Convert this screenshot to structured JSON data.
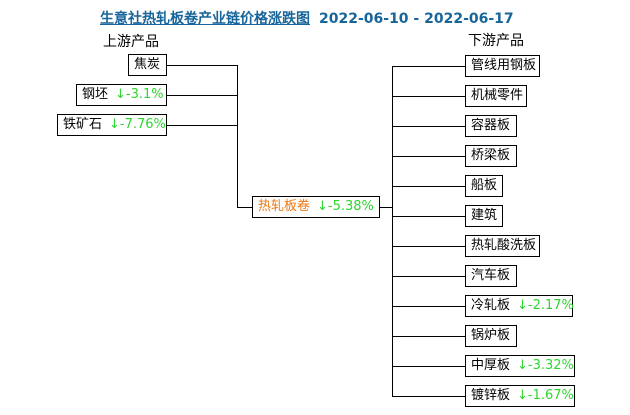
{
  "title": {
    "text": "生意社热轧板卷产业链价格涨跌图",
    "date_range": "2022-06-10 - 2022-06-17"
  },
  "headers": {
    "upstream": "上游产品",
    "downstream": "下游产品"
  },
  "center": {
    "label": "热轧板卷",
    "change": "↓-5.38%"
  },
  "upstream": {
    "items": [
      {
        "label": "焦炭",
        "change": ""
      },
      {
        "label": "钢坯",
        "change": "↓-3.1%"
      },
      {
        "label": "铁矿石",
        "change": "↓-7.76%"
      }
    ]
  },
  "downstream": {
    "items": [
      {
        "label": "管线用钢板",
        "change": ""
      },
      {
        "label": "机械零件",
        "change": ""
      },
      {
        "label": "容器板",
        "change": ""
      },
      {
        "label": "桥梁板",
        "change": ""
      },
      {
        "label": "船板",
        "change": ""
      },
      {
        "label": "建筑",
        "change": ""
      },
      {
        "label": "热轧酸洗板",
        "change": ""
      },
      {
        "label": "汽车板",
        "change": ""
      },
      {
        "label": "冷轧板",
        "change": "↓-2.17%"
      },
      {
        "label": "锅炉板",
        "change": ""
      },
      {
        "label": "中厚板",
        "change": "↓-3.32%"
      },
      {
        "label": "镀锌板",
        "change": "↓-1.67%"
      }
    ]
  },
  "colors": {
    "title_blue": "#17659a",
    "decline_green": "#2fd52f",
    "center_orange": "#ee7711",
    "line_black": "#000000",
    "background": "#ffffff"
  }
}
